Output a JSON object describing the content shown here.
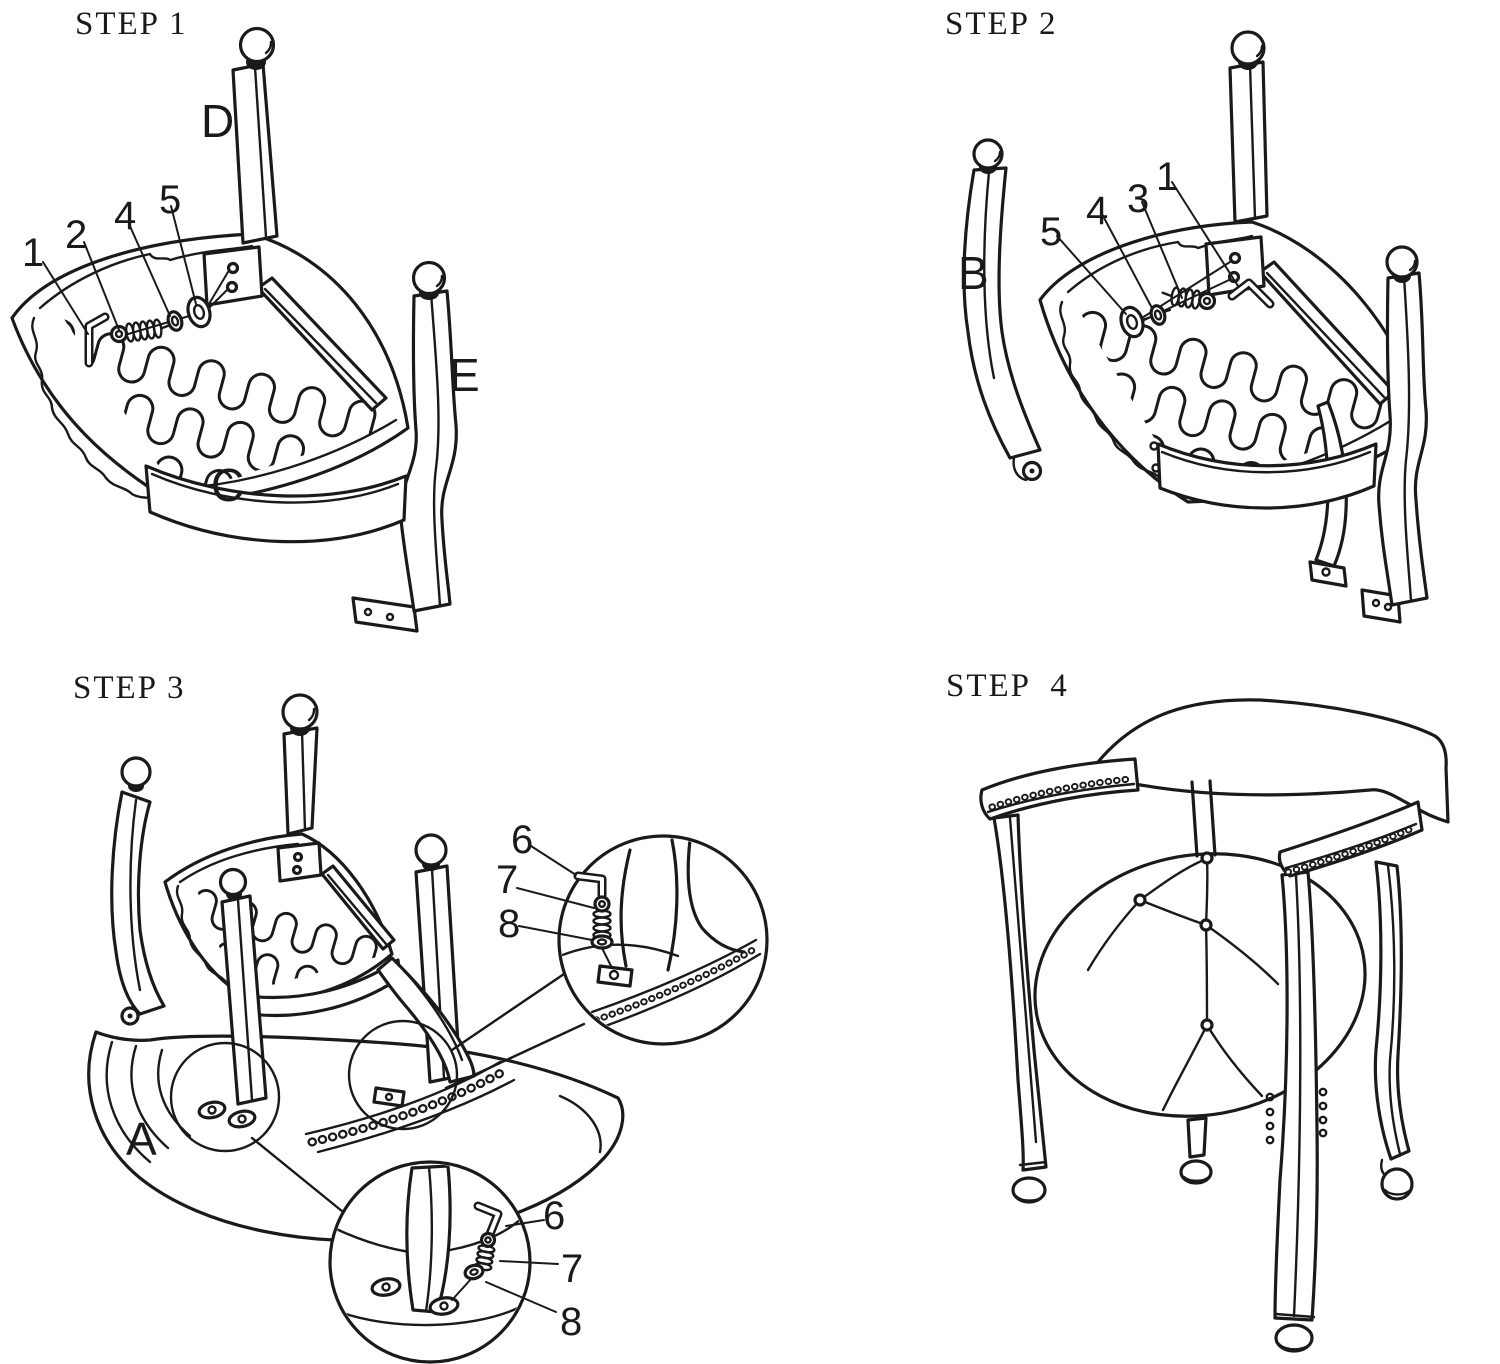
{
  "page": {
    "background_color": "#ffffff",
    "line_color": "#1a1a1a"
  },
  "steps": {
    "step1": {
      "title": "STEP 1",
      "part_labels": {
        "D": "D",
        "E": "E",
        "C": "C"
      },
      "callouts": {
        "n1": "1",
        "n2": "2",
        "n4": "4",
        "n5": "5"
      }
    },
    "step2": {
      "title": "STEP 2",
      "part_labels": {
        "B": "B"
      },
      "callouts": {
        "n5": "5",
        "n4": "4",
        "n3": "3",
        "n1": "1"
      }
    },
    "step3": {
      "title": "STEP 3",
      "part_labels": {
        "A": "A"
      },
      "detail_top_callouts": {
        "n6": "6",
        "n7": "7",
        "n8": "8"
      },
      "detail_bottom_callouts": {
        "n6": "6",
        "n7": "7",
        "n8": "8"
      }
    },
    "step4": {
      "title": "STEP  4"
    }
  }
}
